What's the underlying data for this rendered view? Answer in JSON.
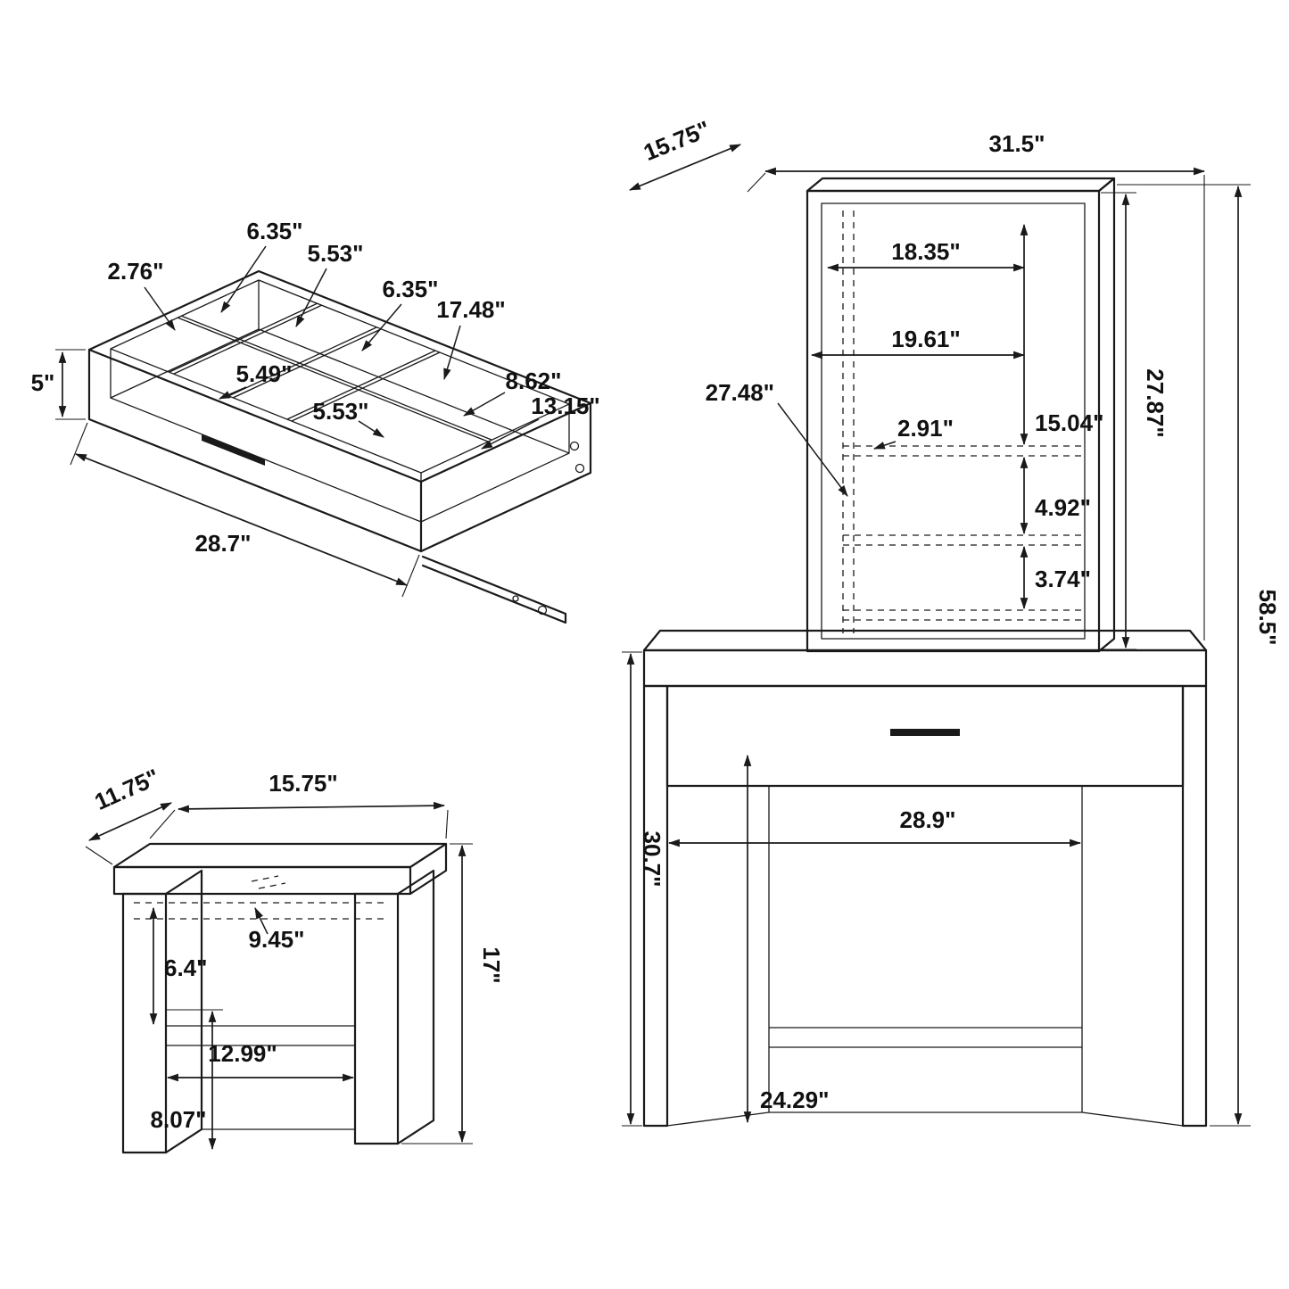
{
  "colors": {
    "line": "#1a1a1a",
    "background": "#ffffff",
    "label": "#111111"
  },
  "drawer": {
    "compartment_a": "6.35\"",
    "compartment_b": "5.53\"",
    "compartment_depth": "2.76\"",
    "compartment_c": "6.35\"",
    "compartment_long_back": "17.48\"",
    "compartment_d": "5.49\"",
    "compartment_e": "8.62\"",
    "compartment_f": "5.53\"",
    "compartment_long_front": "13.15\"",
    "height": "5\"",
    "width": "28.7\""
  },
  "vanity": {
    "depth": "15.75\"",
    "width": "31.5\"",
    "mirror_opening_upper": "18.35\"",
    "mirror_opening_lower": "19.61\"",
    "mirror_interior": "27.48\"",
    "shelf_thickness": "2.91\"",
    "top_to_shelf": "15.04\"",
    "mirror_height": "27.87\"",
    "shelf_spacing_upper": "4.92\"",
    "shelf_spacing_lower": "3.74\"",
    "total_height": "58.5\"",
    "kneehole_width": "28.9\"",
    "table_height": "30.7\"",
    "floor_to_apron": "24.29\""
  },
  "stool": {
    "depth": "11.75\"",
    "width": "15.75\"",
    "seat_inner_depth": "9.45\"",
    "inner_height": "6.4\"",
    "height": "17\"",
    "leg_spacing": "12.99\"",
    "base_height": "8.07\""
  }
}
